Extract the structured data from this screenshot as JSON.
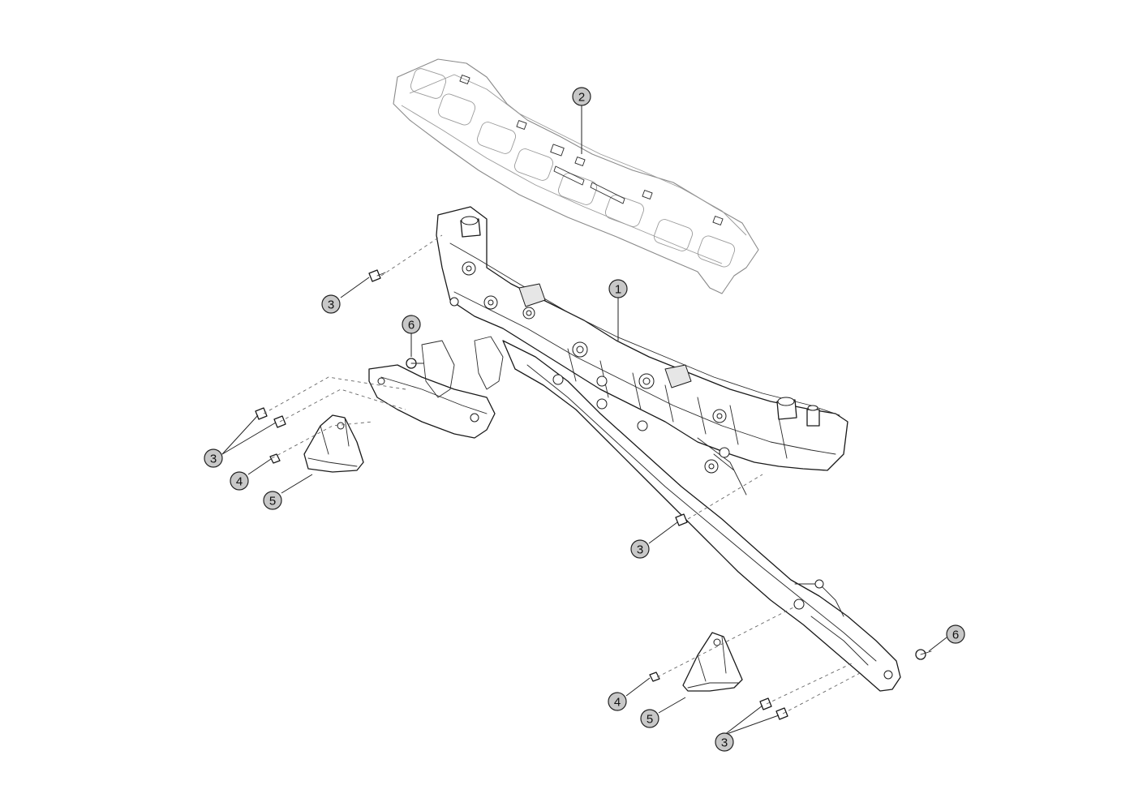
{
  "diagram": {
    "callouts": [
      {
        "id": "c1",
        "label": "1"
      },
      {
        "id": "c2",
        "label": "2"
      },
      {
        "id": "c3a",
        "label": "3"
      },
      {
        "id": "c6a",
        "label": "6"
      },
      {
        "id": "c3b",
        "label": "3"
      },
      {
        "id": "c4a",
        "label": "4"
      },
      {
        "id": "c5a",
        "label": "5"
      },
      {
        "id": "c3c",
        "label": "3"
      },
      {
        "id": "c6b",
        "label": "6"
      },
      {
        "id": "c4b",
        "label": "4"
      },
      {
        "id": "c5b",
        "label": "5"
      },
      {
        "id": "c3d",
        "label": "3"
      }
    ]
  }
}
